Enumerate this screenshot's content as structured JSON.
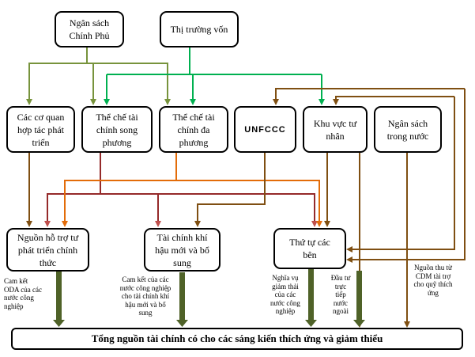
{
  "nodes": {
    "govt_budget": "Ngân sách\nChính Phủ",
    "capital_market": "Thị trường vốn",
    "dev_agencies": "Các cơ quan\nhợp tác phát\ntriển",
    "bilateral": "Thể chế tài\nchính song\nphương",
    "multilateral": "Thể chế tài\nchính đa\nphương",
    "unfccc": "UNFCCC",
    "private_sector": "Khu vực tư\nnhân",
    "domestic_budget": "Ngân sách\ntrong nước",
    "dev_assistance": "Nguồn hỗ trợ tư\nphát triển chính\nthức",
    "new_climate_finance": "Tài chính khí\nhậu mới và bổ\nsung",
    "third_parties": "Thứ tự các\nbên"
  },
  "notes": {
    "oda_commitment": "Cam kết\nODA của các\nnước công\nnghiệp",
    "industrial_commitment": "Cam kết của các\nnước công nghiệp\ncho tài chính khí\nhậu mới và bổ\nsung",
    "reduction_obligation": "Nghĩa vụ\ngiảm thải\ncủa các\nnước công\nnghiệp",
    "fdi": "Đầu tư\ntrực\ntiếp\nnước\nngoài",
    "cdm_revenue": "Nguồn thu từ\nCDM tài trợ\ncho quỹ thích\nứng"
  },
  "bottom_label": "Tổng nguồn tài chính có cho các sáng kiến thích ứng và giảm thiểu",
  "colors": {
    "olive": "#77933c",
    "teal": "#00b050",
    "brown": "#7f4f12",
    "orange": "#e36c09",
    "crimson": "#c0504d",
    "darkred": "#952a2a",
    "green_arrow": "#4f6228"
  }
}
